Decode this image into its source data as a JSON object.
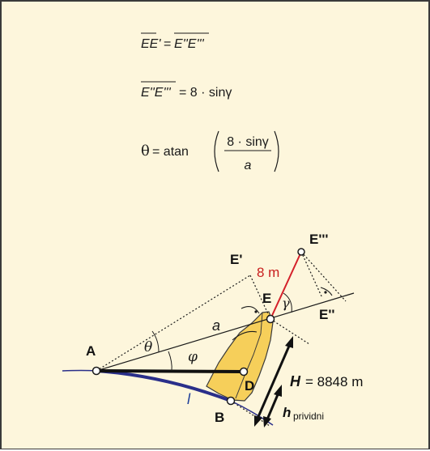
{
  "formulas": {
    "eq1": {
      "lhs": "EE'",
      "rel": "=",
      "rhs": "E''E'''"
    },
    "eq2": {
      "lhs": "E''E'''",
      "rhs": "= 8 · sinγ"
    },
    "eq3": {
      "theta": "θ",
      "eq": "= atan",
      "numerator": "8 · sinγ",
      "denominator": "a"
    }
  },
  "diagram": {
    "points": {
      "A": "A",
      "B": "B",
      "D": "D",
      "E": "E",
      "E_prime": "E'",
      "E_double_prime": "E''",
      "E_triple_prime": "E'''"
    },
    "labels": {
      "theta": "θ",
      "phi": "φ",
      "a": "a",
      "gamma": "γ",
      "eight_m": "8 m",
      "l": "l",
      "H": "H",
      "H_value": "= 8848 m",
      "h": "h",
      "h_sub": "prividni"
    },
    "colors": {
      "background": "#fdf6dc",
      "mountain": "#f6cf5a",
      "red_segment": "#d4202a",
      "arc_blue": "#2a2f8a",
      "label_blue": "#1f3f9a",
      "red_label": "#c81e1e"
    }
  }
}
